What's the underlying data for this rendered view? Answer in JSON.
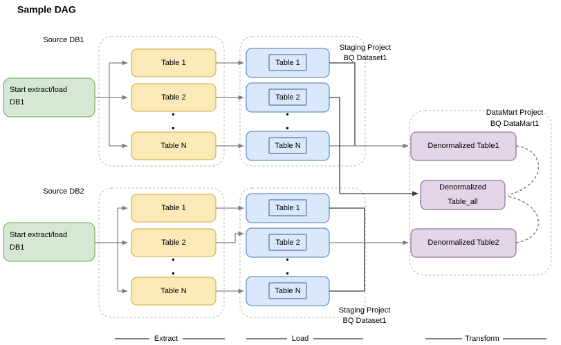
{
  "title": "Sample DAG",
  "phases": [
    {
      "id": "extract",
      "label": "Extract"
    },
    {
      "id": "load",
      "label": "Load"
    },
    {
      "id": "transform",
      "label": "Transform"
    }
  ],
  "groups": [
    {
      "id": "db1",
      "source_label": "Source DB1",
      "start_node": {
        "label_line1": "Start extract/load",
        "label_line2": "DB1"
      },
      "extract_tables": [
        "Table 1",
        "Table 2",
        "Table N"
      ],
      "load_tables": [
        "Table 1",
        "Table 2",
        "Table N"
      ],
      "staging_label_line1": "Staging Project",
      "staging_label_line2": "BQ Dataset1"
    },
    {
      "id": "db2",
      "source_label": "Source DB2",
      "start_node": {
        "label_line1": "Start extract/load",
        "label_line2": "DB1"
      },
      "extract_tables": [
        "Table 1",
        "Table 2",
        "Table N"
      ],
      "load_tables": [
        "Table 1",
        "Table 2",
        "Table N"
      ],
      "staging_label_line1": "Staging Project",
      "staging_label_line2": "BQ Dataset1"
    }
  ],
  "datamart": {
    "label_line1": "DataMart Project",
    "label_line2": "BQ DataMart1",
    "nodes": [
      {
        "id": "dn-table1",
        "label_line1": "Denormalized Table1",
        "label_line2": ""
      },
      {
        "id": "dn-table-all",
        "label_line1": "Denormalized",
        "label_line2": "Table_all"
      },
      {
        "id": "dn-table2",
        "label_line1": "Denormalized Table2",
        "label_line2": ""
      }
    ]
  },
  "colors": {
    "start_fill": "#d5e8d4",
    "start_stroke": "#82b366",
    "extract_fill": "#fce9b8",
    "extract_stroke": "#d6b656",
    "load_fill": "#dae8fc",
    "load_stroke": "#6c8ebf",
    "load_inner_stroke": "#3b5a8c",
    "transform_fill": "#e1d5e7",
    "transform_stroke": "#9673a6",
    "container_stroke": "#b3b3b3",
    "edge": "#808080",
    "edge_dark": "#3a3a3a",
    "text": "#000000"
  }
}
